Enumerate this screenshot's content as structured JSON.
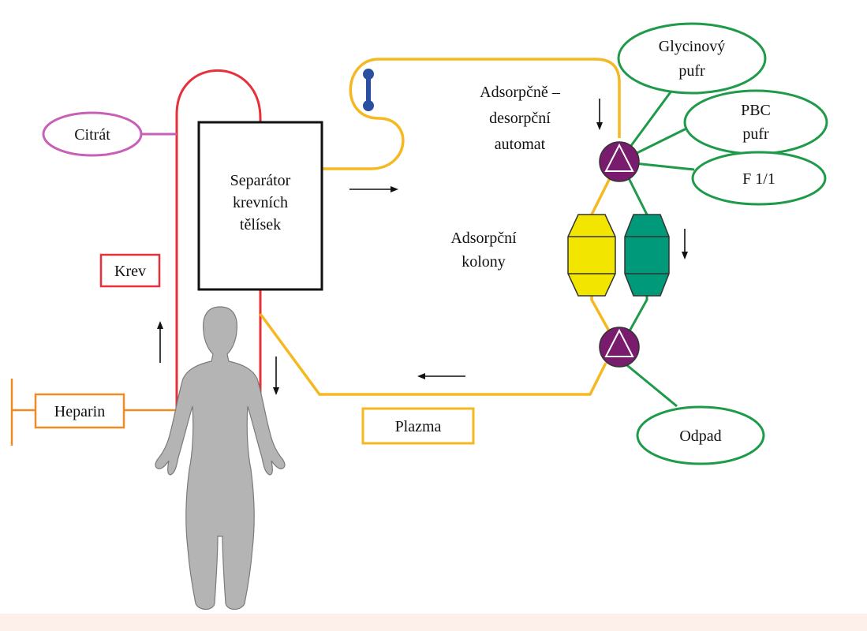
{
  "labels": {
    "citrat": "Citrát",
    "separator": [
      "Separátor",
      "krevních",
      "tělísek"
    ],
    "krev": "Krev",
    "heparin": "Heparin",
    "plazma": "Plazma",
    "automat": [
      "Adsorpčně –",
      "desorpční",
      "automat"
    ],
    "kolony": [
      "Adsorpční",
      "kolony"
    ],
    "glycinovy": [
      "Glycinový",
      "pufr"
    ],
    "pbc": [
      "PBC",
      "pufr"
    ],
    "f11": "F 1/1",
    "odpad": "Odpad"
  },
  "colors": {
    "blood": "#e8303a",
    "plasma": "#f5b820",
    "buffer": "#1f9a4a",
    "citrate": "#c860b8",
    "heparin": "#f08a24",
    "valve": "#7a1c6e",
    "column_left": "#f2e600",
    "column_right": "#00997a",
    "pump": "#2a4fa0",
    "human": "#b4b4b4"
  },
  "icons": [
    "pump-icon",
    "valve-icon",
    "column-icon",
    "human-figure-icon",
    "arrow-icon"
  ]
}
